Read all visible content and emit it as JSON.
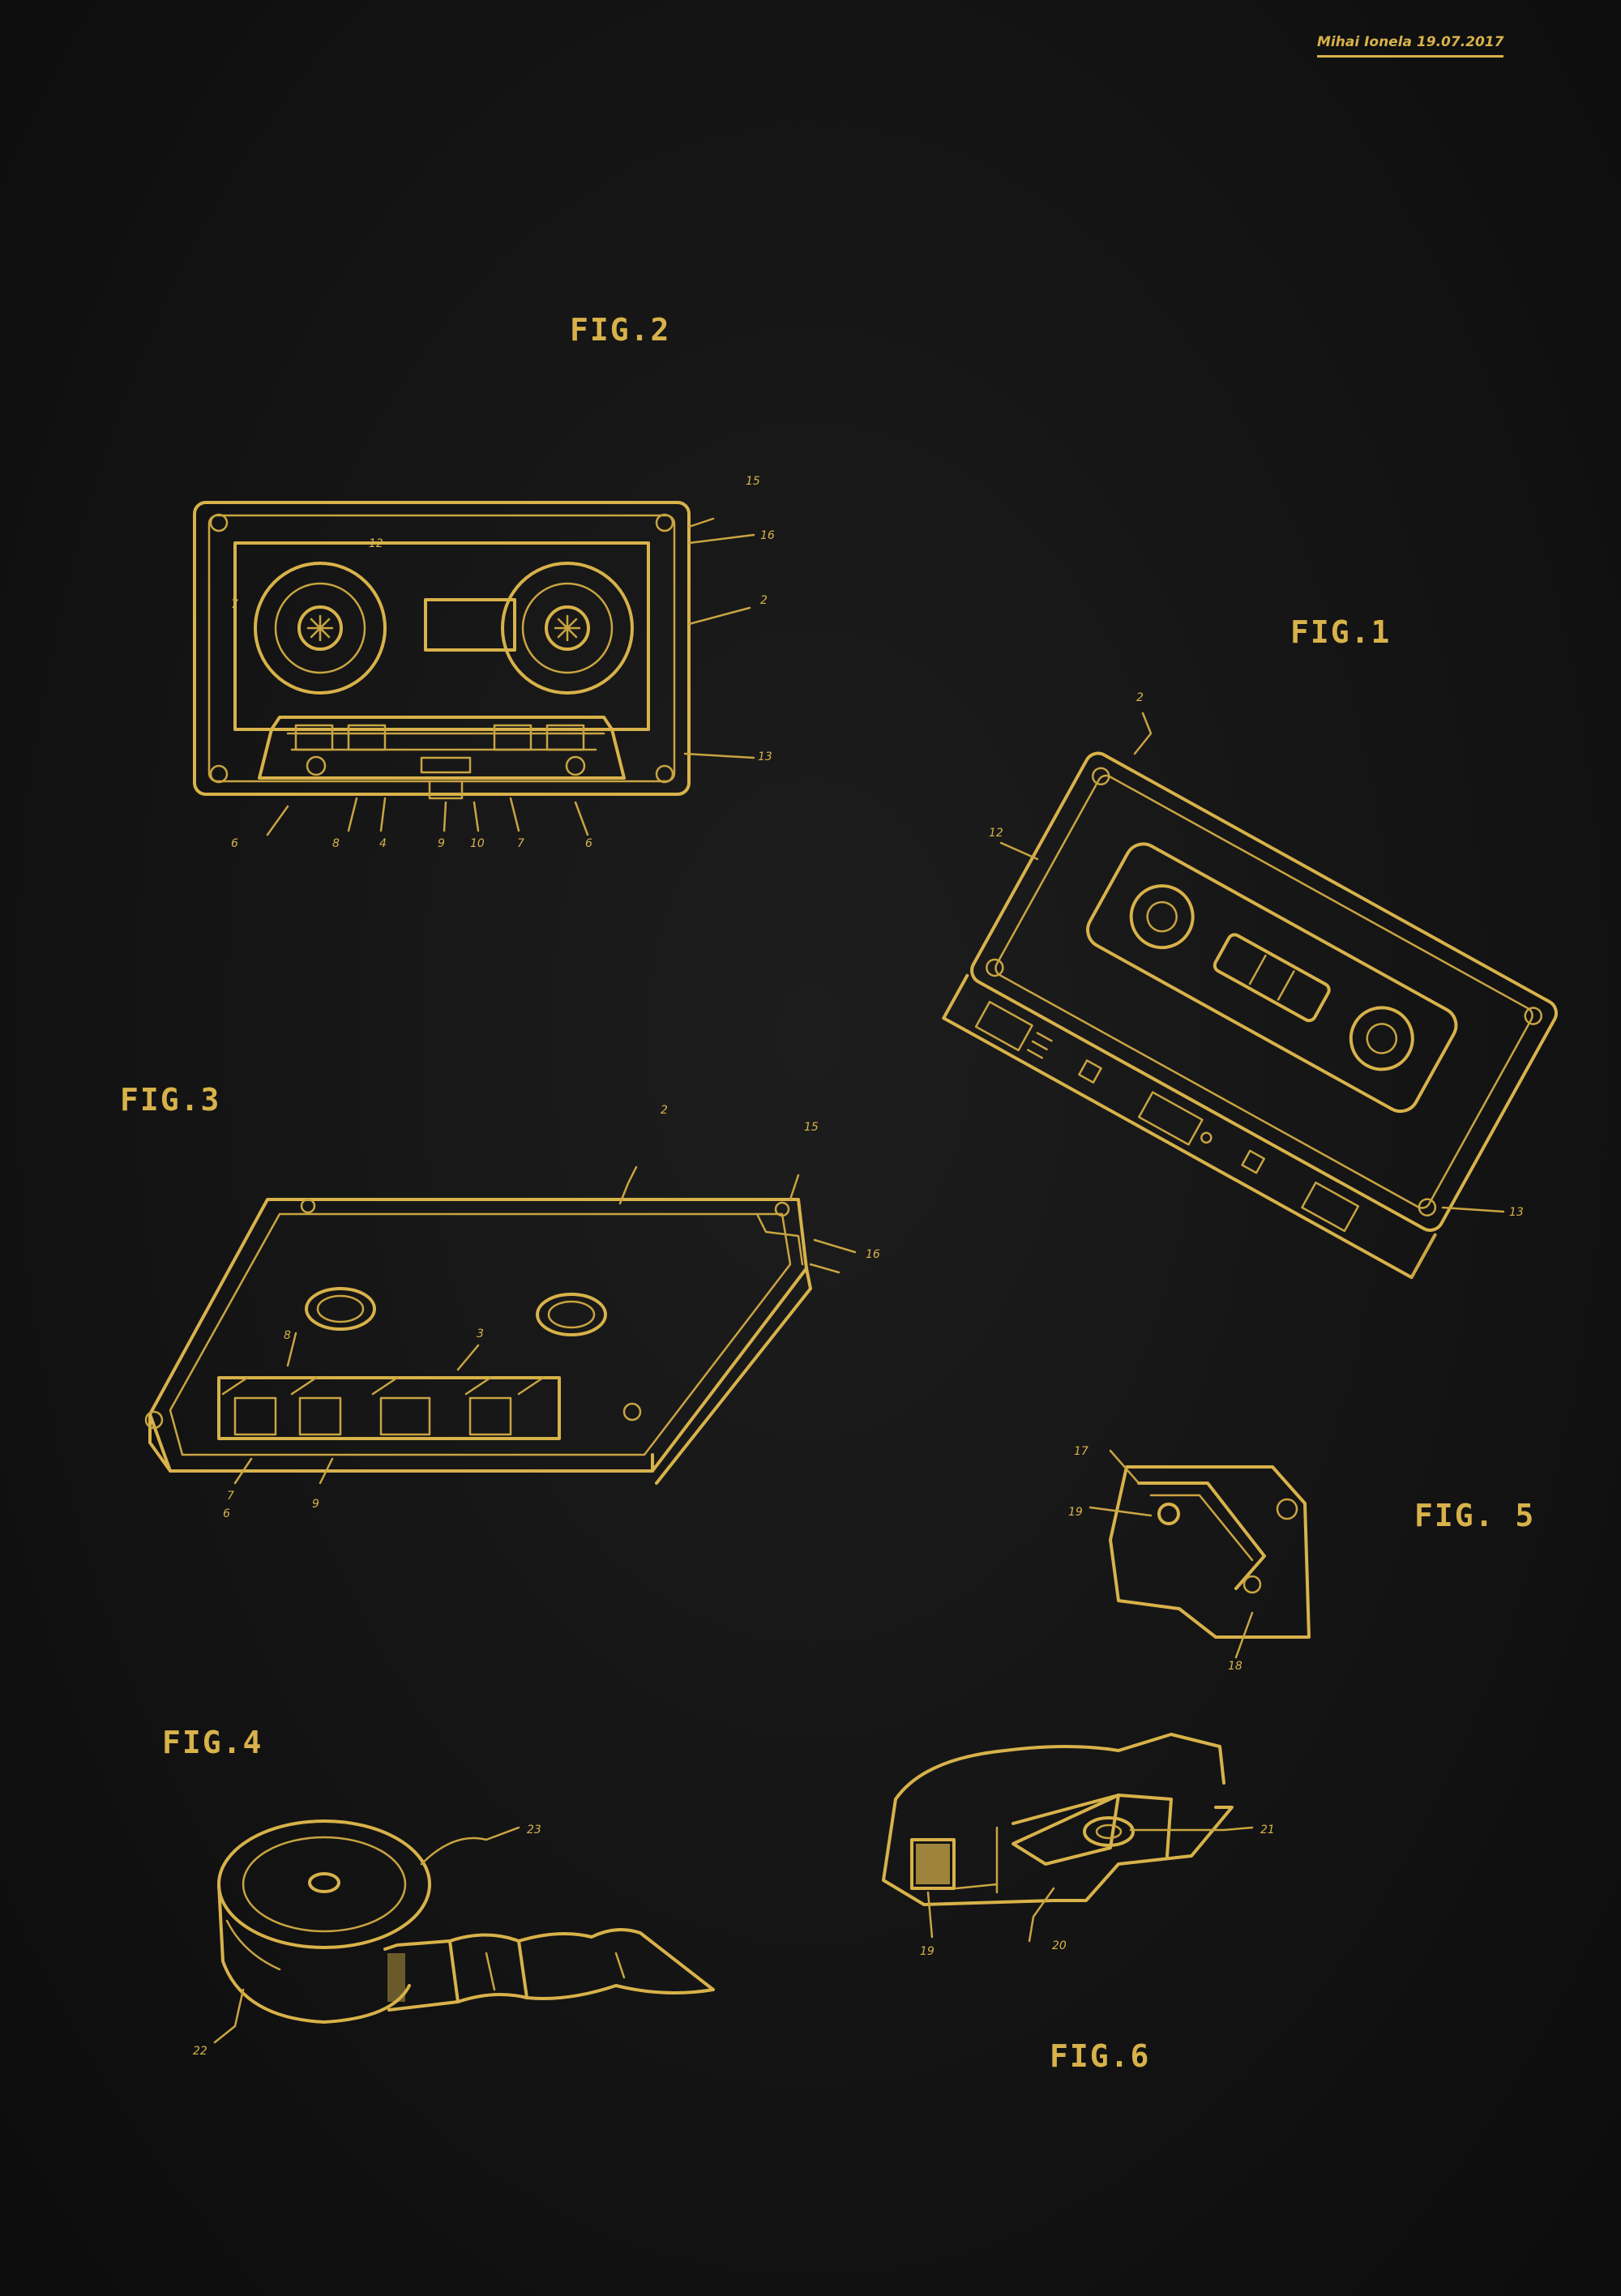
{
  "signature": "Mihai Ionela 19.07.2017",
  "figures": {
    "fig1": {
      "label": "FIG.1",
      "refs": [
        "2",
        "12",
        "13"
      ]
    },
    "fig2": {
      "label": "FIG.2",
      "refs": [
        "12",
        "7",
        "15",
        "16",
        "2",
        "13",
        "6",
        "8",
        "4",
        "9",
        "10",
        "7",
        "6"
      ]
    },
    "fig3": {
      "label": "FIG.3",
      "refs": [
        "2",
        "15",
        "16",
        "3",
        "8",
        "7",
        "6",
        "9"
      ]
    },
    "fig4": {
      "label": "FIG.4",
      "refs": [
        "23",
        "22"
      ]
    },
    "fig5": {
      "label": "FIG. 5",
      "refs": [
        "17",
        "19",
        "18"
      ]
    },
    "fig6": {
      "label": "FIG.6",
      "refs": [
        "21",
        "19",
        "20"
      ]
    }
  },
  "colors": {
    "background": "#111111",
    "gold": "#d8b24a"
  }
}
